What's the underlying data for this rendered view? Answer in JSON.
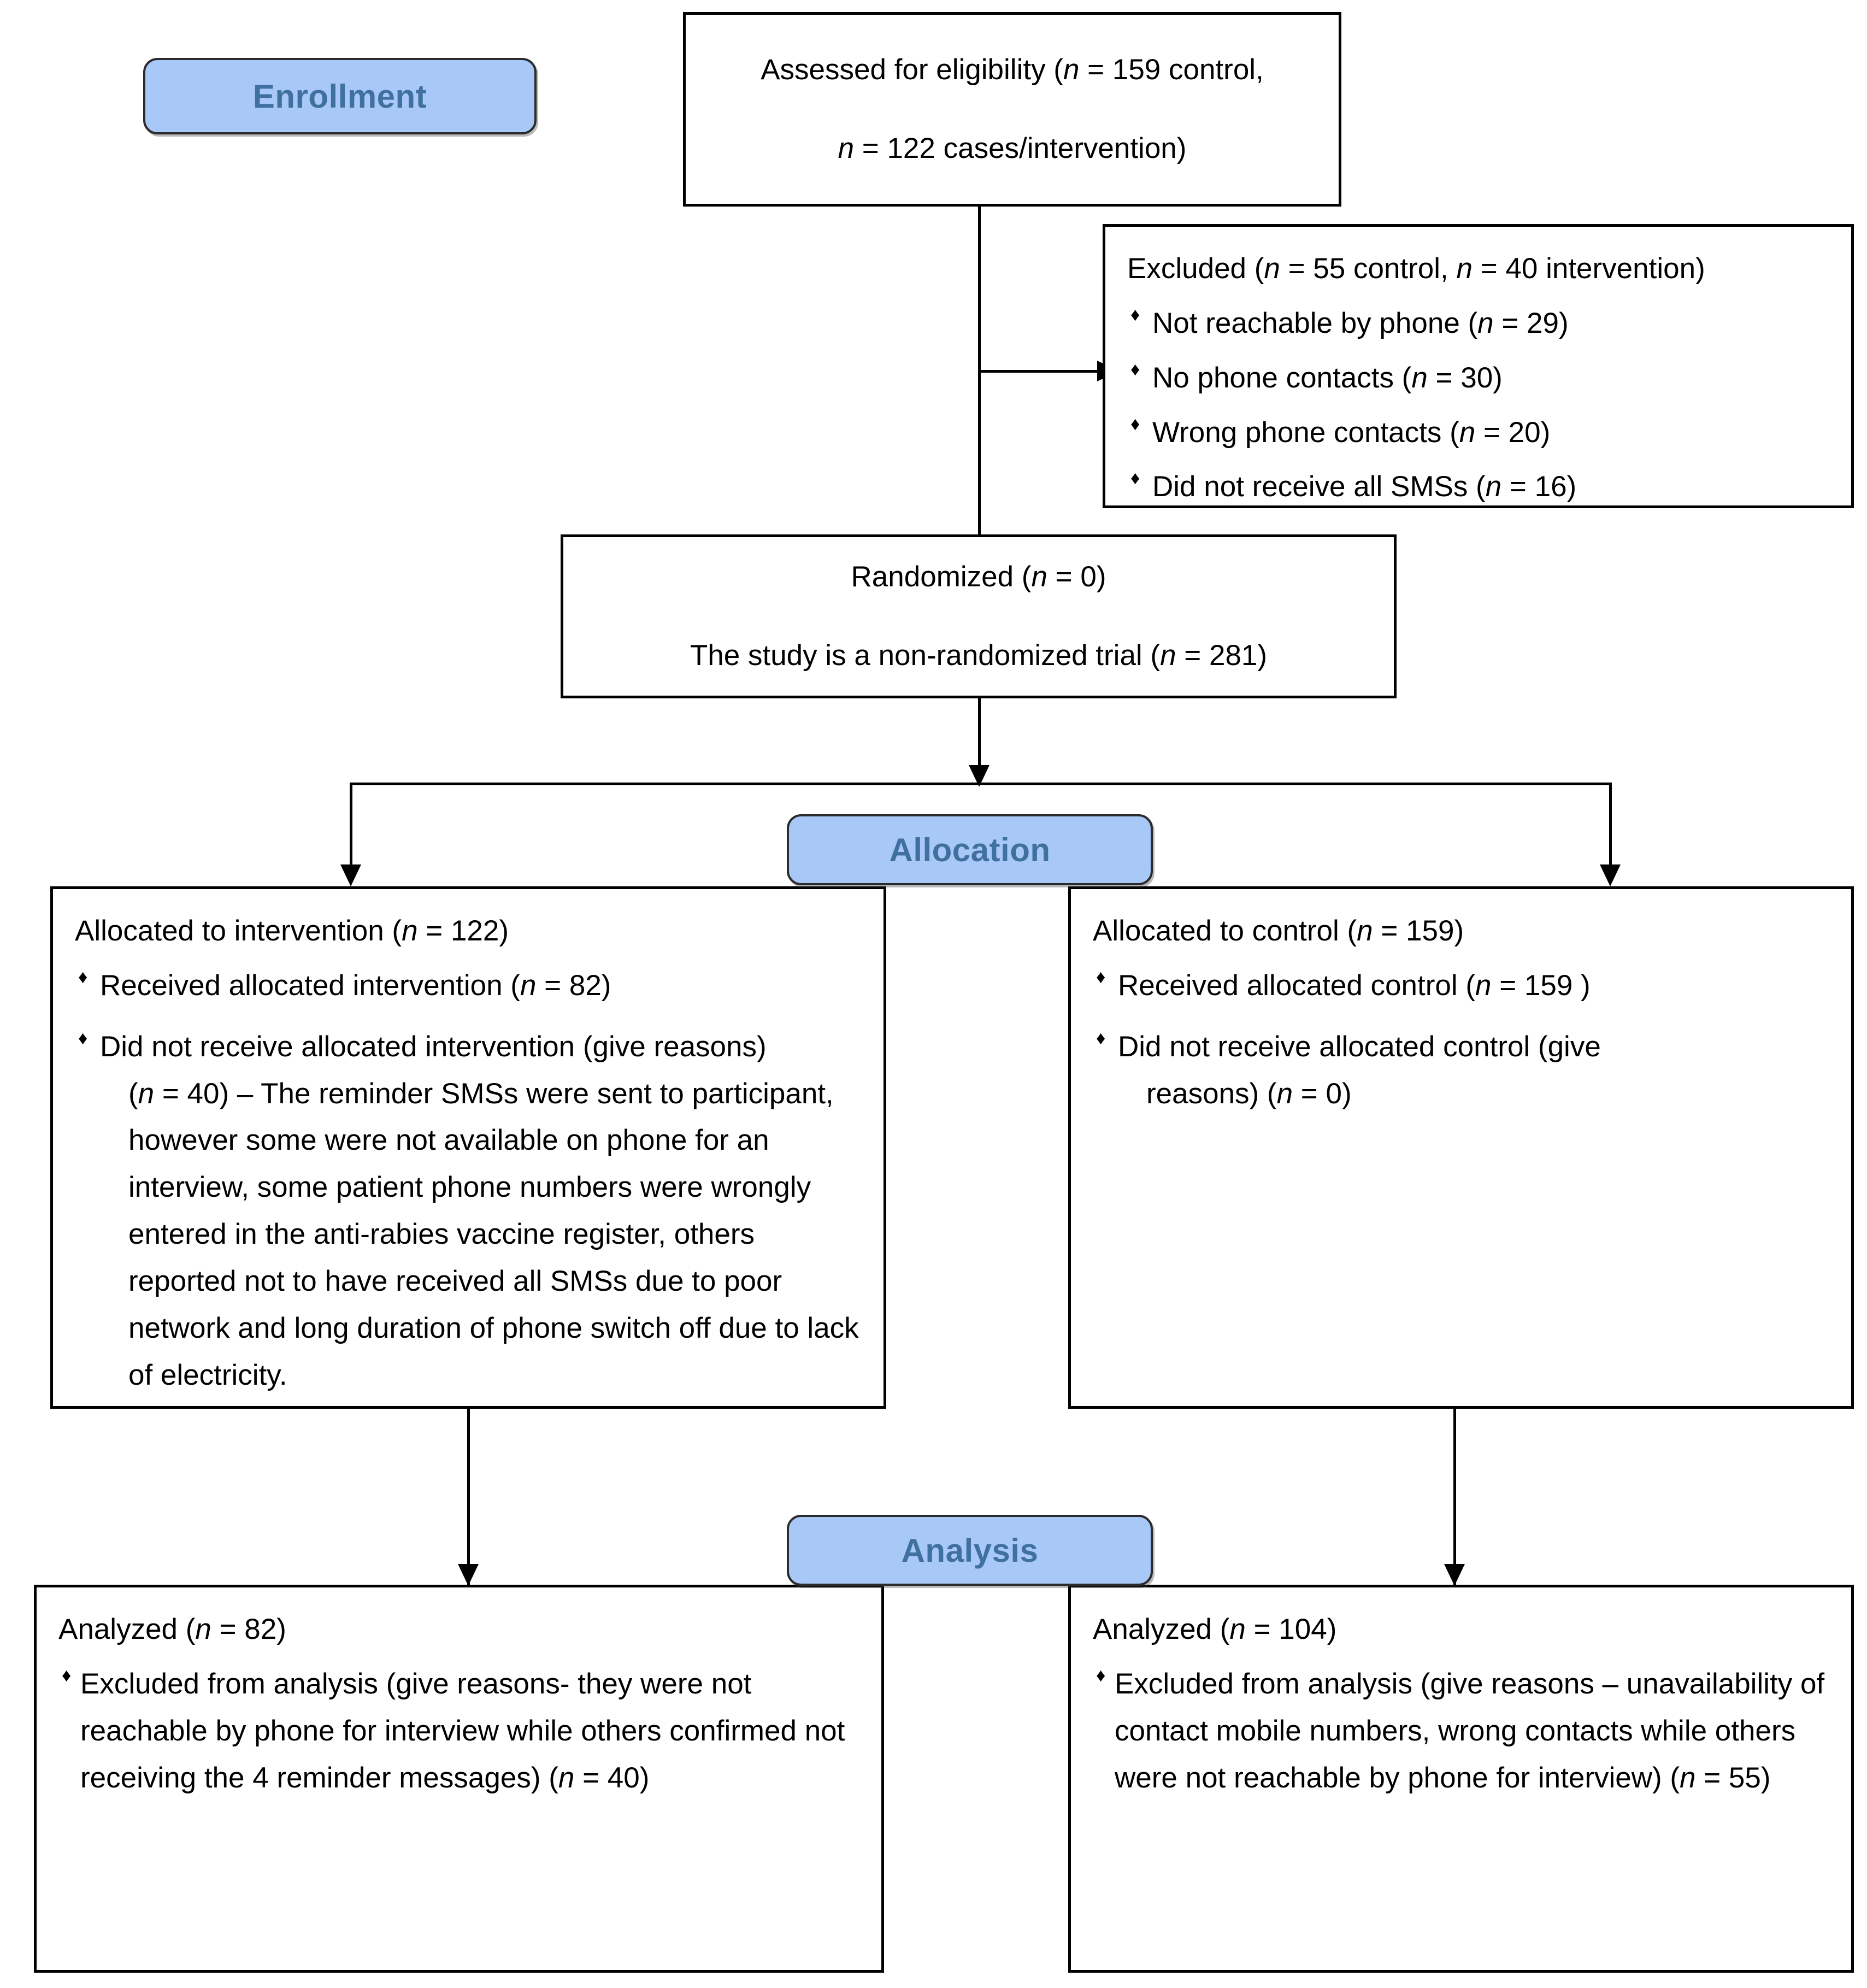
{
  "diagram": {
    "title": "CONSORT participant flow diagram",
    "accent_pill_fill": "#a8c8f8",
    "accent_pill_text": "#40709f",
    "line_color": "#000000",
    "bullet_glyph": "♦"
  },
  "stages": {
    "enrollment": "Enrollment",
    "allocation": "Allocation",
    "analysis": "Analysis"
  },
  "assessed": {
    "line1_a": "Assessed for eligibility (",
    "line1_n": "n",
    "line1_b": " = 159 control,",
    "line2_n": "n",
    "line2_b": " = 122 cases/intervention)"
  },
  "excluded": {
    "heading_a": "Excluded (",
    "heading_n1": "n",
    "heading_b": " = 55 control, ",
    "heading_n2": "n",
    "heading_c": " = 40 intervention)",
    "items": [
      {
        "text_a": "Not reachable by phone (",
        "n": "n",
        "text_b": " = 29)"
      },
      {
        "text_a": " No phone contacts (",
        "n": "n",
        "text_b": " = 30)"
      },
      {
        "text_a": "Wrong phone contacts (",
        "n": "n",
        "text_b": " = 20)"
      },
      {
        "text_a": "Did not receive all SMSs (",
        "n": "n",
        "text_b": " = 16)"
      }
    ]
  },
  "randomized": {
    "line1_a": "Randomized (",
    "line1_n": "n",
    "line1_b": " = 0)",
    "line2_a": "The study is a non-randomized trial (",
    "line2_n": "n",
    "line2_b": " = 281)"
  },
  "allocation_intervention": {
    "heading_a": "Allocated to intervention (",
    "heading_n": "n",
    "heading_b": " = 122)",
    "items": [
      {
        "text_a": "Received allocated intervention (",
        "n": "n",
        "text_b": " = 82)",
        "indented": ""
      },
      {
        "text_a": "Did not receive allocated intervention (give reasons)",
        "n": "n",
        "text_b": "",
        "indented_a": "(",
        "indented_n": "n",
        "indented_b": " = 40) – The reminder SMSs were sent to participant, however some were not available on phone for an interview, some patient phone numbers were wrongly entered in the anti-rabies vaccine register, others reported not to have received all SMSs due to poor network and long duration of phone switch off due to lack of electricity."
      }
    ]
  },
  "allocation_control": {
    "heading_a": "Allocated to control (",
    "heading_n": "n",
    "heading_b": " = 159)",
    "items": [
      {
        "text_a": "Received allocated control (",
        "n": "n",
        "text_b": " = 159 )"
      },
      {
        "text_a": "Did not receive allocated control (give",
        "indented_a": "reasons) (",
        "indented_n": "n",
        "indented_b": " = 0)"
      }
    ]
  },
  "analysis_intervention": {
    "heading_a": "Analyzed (",
    "heading_n": "n",
    "heading_b": " = 82)",
    "item_a": "Excluded from analysis (give reasons- they were not reachable by phone for interview while others confirmed not receiving the 4 reminder messages) (",
    "item_n": "n",
    "item_b": " = 40)"
  },
  "analysis_control": {
    "heading_a": "Analyzed (",
    "heading_n": "n",
    "heading_b": " = 104)",
    "item_a": "Excluded from analysis (give reasons – unavailability of contact mobile numbers, wrong contacts while others were not reachable by phone for interview) (",
    "item_n": "n",
    "item_b": " = 55)"
  }
}
